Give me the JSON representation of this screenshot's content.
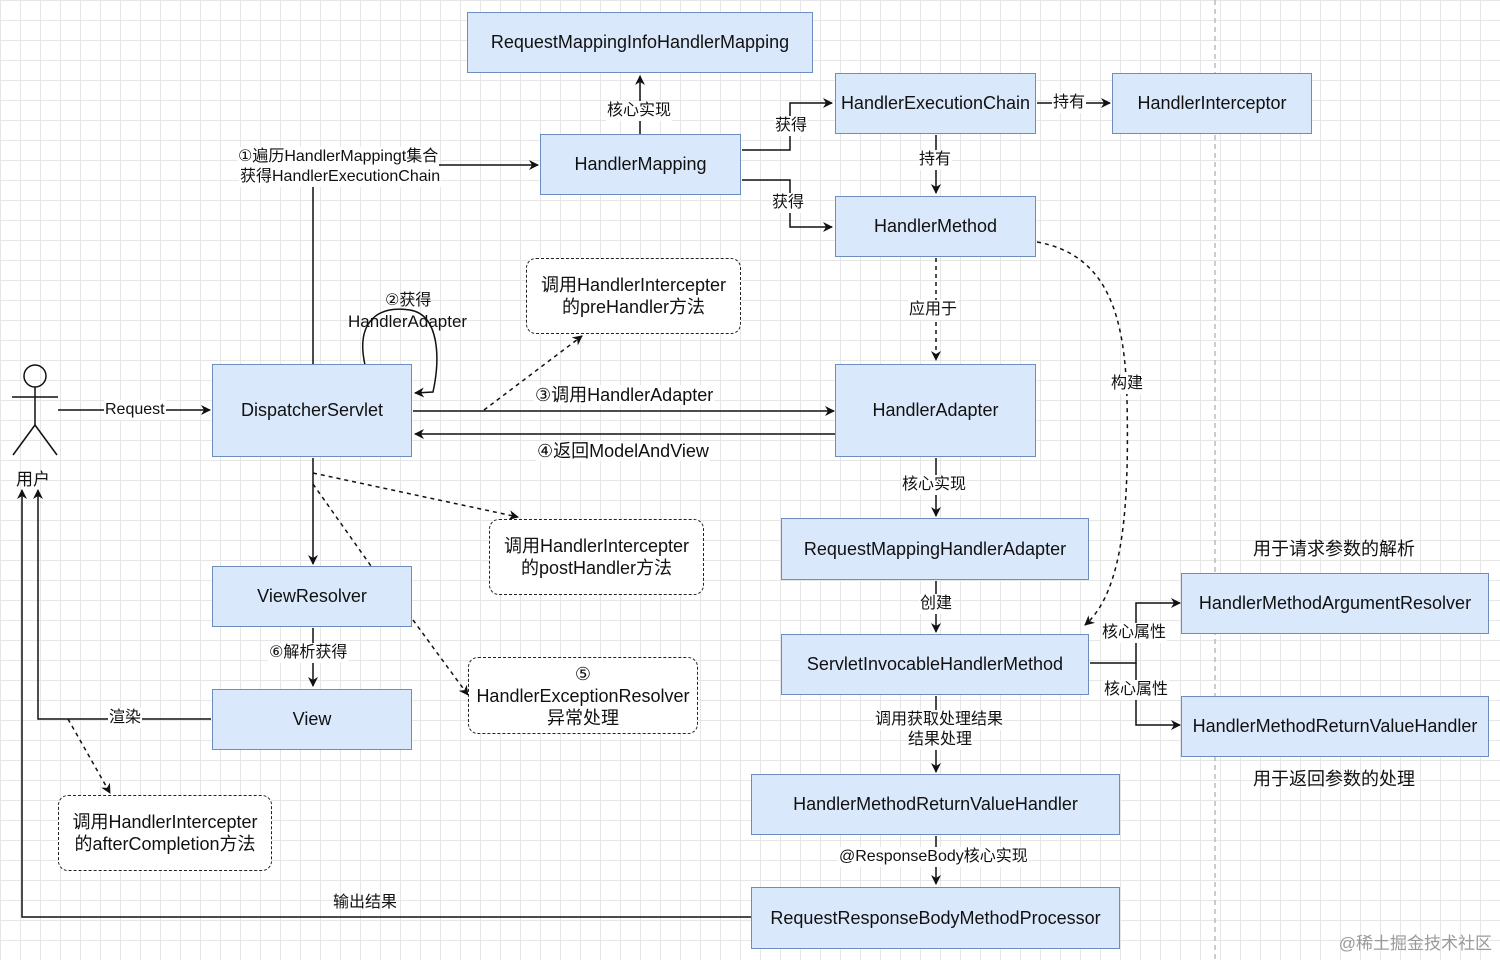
{
  "actor": {
    "label": "用户"
  },
  "boxes": {
    "rmihm": "RequestMappingInfoHandlerMapping",
    "hm": "HandlerMapping",
    "hec": "HandlerExecutionChain",
    "hi": "HandlerInterceptor",
    "hmethod": "HandlerMethod",
    "ds": "DispatcherServlet",
    "ha": "HandlerAdapter",
    "rmha": "RequestMappingHandlerAdapter",
    "vr": "ViewResolver",
    "view": "View",
    "sihm": "ServletInvocableHandlerMethod",
    "hmar": "HandlerMethodArgumentResolver",
    "hmrvh_right": "HandlerMethodReturnValueHandler",
    "hmrvh": "HandlerMethodReturnValueHandler",
    "rrbmp": "RequestResponseBodyMethodProcessor"
  },
  "notes": {
    "pre": [
      "调用HandlerIntercepter",
      "的preHandler方法"
    ],
    "post": [
      "调用HandlerIntercepter",
      "的postHandler方法"
    ],
    "exc": [
      "⑤",
      "HandlerExceptionResolver",
      "异常处理"
    ],
    "after": [
      "调用HandlerIntercepter",
      "的afterCompletion方法"
    ]
  },
  "labels": {
    "core_impl_top": "核心实现",
    "step1_a": "①遍历HandlerMappingt集合",
    "step1_b": "获得HandlerExecutionChain",
    "get_1": "获得",
    "get_2": "获得",
    "hold_1": "持有",
    "hold_2": "持有",
    "step2_a": "②获得",
    "step2_b": "HandlerAdapter",
    "request": "Request",
    "apply_to": "应用于",
    "build": "构建",
    "step3": "③调用HandlerAdapter",
    "step4": "④返回ModelAndView",
    "core_impl_mid": "核心实现",
    "create": "创建",
    "arg_desc": "用于请求参数的解析",
    "core_attr_1": "核心属性",
    "core_attr_2": "核心属性",
    "ret_desc": "用于返回参数的处理",
    "step6": "⑥解析获得",
    "render": "渲染",
    "invoke_a": "调用获取处理结果",
    "invoke_b": "结果处理",
    "response_body": "@ResponseBody核心实现",
    "output": "输出结果"
  },
  "watermark": "@稀土掘金技术社区"
}
